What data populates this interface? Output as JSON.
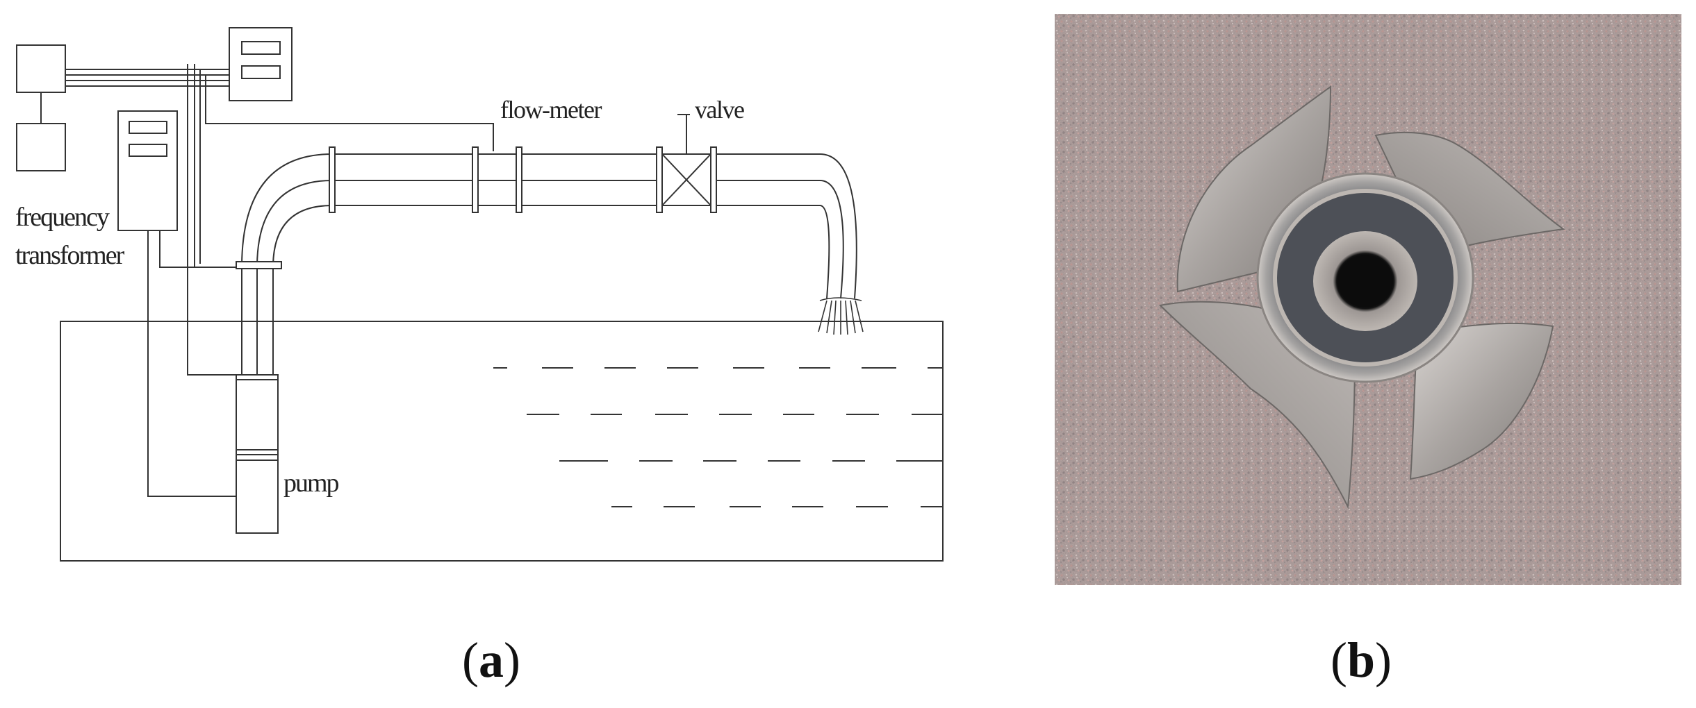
{
  "panel_a": {
    "labels": {
      "flow_meter": "flow-meter",
      "valve": "valve",
      "frequency_line1": "frequency",
      "frequency_line2": "transformer",
      "pump": "pump"
    },
    "caption": {
      "open": "(",
      "letter": "a",
      "close": ")"
    }
  },
  "panel_b": {
    "caption": {
      "open": "(",
      "letter": "b",
      "close": ")"
    }
  }
}
